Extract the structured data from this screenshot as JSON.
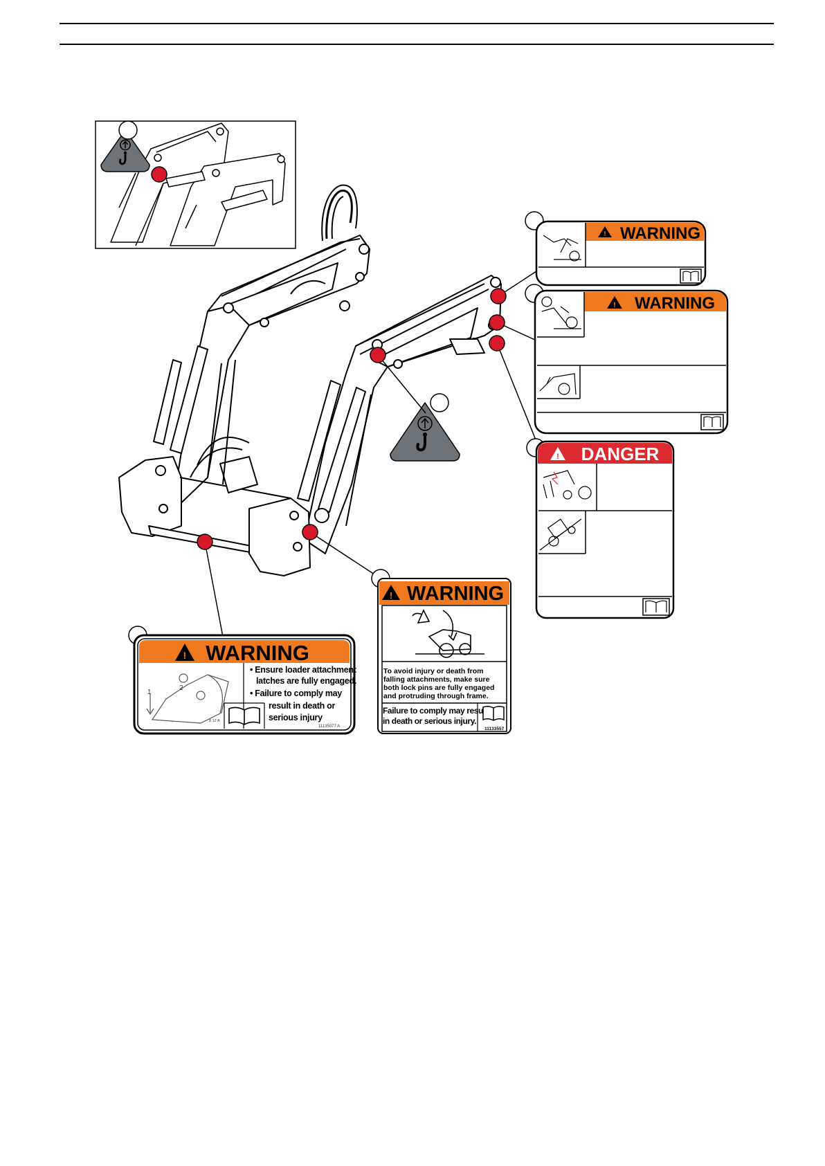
{
  "colors": {
    "warning_orange": "#f0781e",
    "danger_red": "#dc2a30",
    "callout_red": "#d7192b",
    "lift_point_gray": "#6e7378"
  },
  "icons": {
    "lift_point": "hook-lift-point-icon",
    "manual": "operator-manual-book-icon",
    "alert": "exclamation-triangle-icon"
  },
  "decals": {
    "warning_top": {
      "header": "WARNING"
    },
    "warning_mid": {
      "header": "WARNING"
    },
    "danger": {
      "header": "DANGER"
    },
    "warning_latch": {
      "header": "WARNING",
      "bullet_1_line_1": "• Ensure loader attachment",
      "bullet_1_line_2": "latches are fully engaged.",
      "bullet_2_line_1": "• Failure to comply may",
      "bullet_2_line_2": "result in death or",
      "bullet_2_line_3": "serious injury",
      "step_1": "1",
      "step_2": "2",
      "fig_code": "8 12 A",
      "part_number": "11135077 A"
    },
    "warning_lockpin": {
      "header": "WARNING",
      "body_line_1": "To avoid injury or death from",
      "body_line_2": "falling attachments, make sure",
      "body_line_3": "both lock pins are fully engaged",
      "body_line_4": "and protruding through frame.",
      "footer_line_1": "Failure to comply may result",
      "footer_line_2": "in death or serious injury.",
      "part_number": "11133557"
    }
  }
}
